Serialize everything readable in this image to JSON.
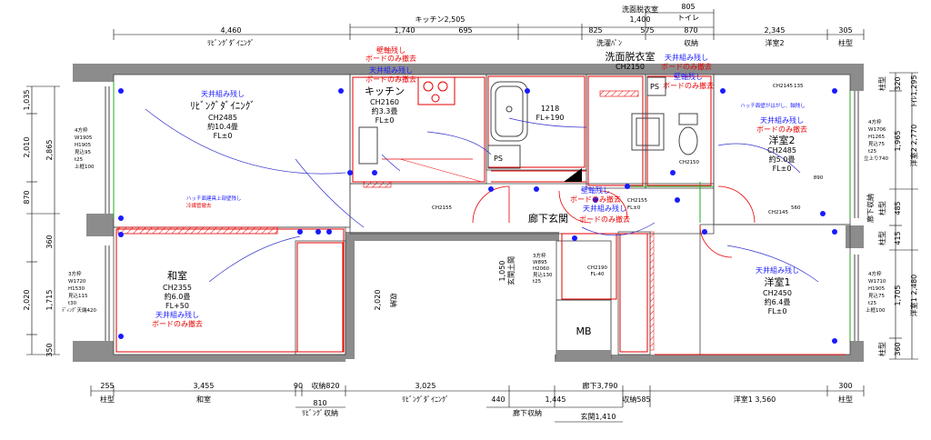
{
  "top_dims": {
    "row1": {
      "kitchen_total": "キッチン2,505",
      "wash_total": "洗面脱衣室",
      "wash_val": "1,400",
      "toilet_val": "805",
      "toilet_label": "トイレ"
    },
    "row2": [
      "4,460",
      "1,740",
      "695",
      "825",
      "575",
      "870",
      "2,345",
      "305"
    ],
    "row3": [
      "ﾘﾋﾞﾝｸﾞﾀﾞｲﾆﾝｸﾞ",
      "洗濯ﾊﾟﾝ",
      "収納",
      "洋室2",
      "柱型"
    ]
  },
  "bottom_dims": {
    "row1": [
      "255",
      "3,455",
      "90",
      "収納820",
      "3,025",
      "廊下3,790",
      "300"
    ],
    "row2": [
      "柱型",
      "和室",
      "ﾘﾋﾞﾝｸﾞﾀﾞｲﾆﾝｸﾞ",
      "440",
      "1,445",
      "収納585",
      "洋室1 3,560",
      "柱型"
    ],
    "row3": [
      "810",
      "ﾘﾋﾞﾝｸﾞ収納",
      "廊下収納",
      "玄関1,410"
    ]
  },
  "left_dims": [
    "1,035",
    "2,010",
    "870",
    "2,865",
    "360",
    "2,020",
    "1,715",
    "350"
  ],
  "right_dims": [
    "320",
    "1,965",
    "485",
    "415",
    "1,705",
    "360",
    "柱型",
    "ﾄｲﾚ1,295",
    "洋室2 2,770",
    "洋室1 2,480",
    "柱型",
    "柱型",
    "廊下収納",
    "柱型"
  ],
  "rooms": {
    "living": {
      "name": "ﾘﾋﾞﾝｸﾞﾀﾞｲﾆﾝｸﾞ",
      "ch": "CH2485",
      "area": "約10.4畳",
      "fl": "FL±0",
      "note": "天井組み残し"
    },
    "kitchen": {
      "name": "キッチン",
      "ch": "CH2160",
      "area": "約3.3畳",
      "fl": "FL±0"
    },
    "washroom": {
      "name": "洗面脱衣室",
      "ch": "CH2150"
    },
    "bath": {
      "size": "1218",
      "fl": "FL+190"
    },
    "toilet": {
      "ch": "CH2150"
    },
    "bed2": {
      "name": "洋室2",
      "ch": "CH2485",
      "area": "約5.0畳",
      "fl": "FL±0"
    },
    "washitsu": {
      "name": "和室",
      "ch": "CH2355",
      "area": "約6.0畳",
      "fl": "FL+50"
    },
    "hall": {
      "name": "廊下玄関"
    },
    "entrance": {
      "ch": "CH2190",
      "fl": "FL-40",
      "label": "玄関土間",
      "dim": "1,050"
    },
    "bed1": {
      "name": "洋室1",
      "ch": "CH2450",
      "area": "約6.4畳",
      "fl": "FL±0"
    },
    "mb": "MB"
  },
  "annotations": {
    "wall_remain": "壁軸残し",
    "board_only": "ボードのみ撤去",
    "ceiling_remain": "天井組み残し",
    "ps": "PS",
    "hatch_note": "ハッチ面建具上部壁残し",
    "hatch_note2": "冷媒管撤去",
    "hatch_bed2": "ハッチ面壁がはがし、軸残し",
    "storage": "収納",
    "ch2145": "CH2145",
    "ch2155": "CH2155",
    "fl0": "FL±0",
    "v890": "890",
    "v560": "560",
    "v135": "135"
  },
  "windows": {
    "living_left": [
      "4方枠",
      "W1905",
      "H1905",
      "見込95",
      "t25",
      "上框100"
    ],
    "washitsu_left": [
      "3方枠",
      "W1720",
      "H1530",
      "見込115",
      "t30",
      "ﾃﾞｨﾝｸﾞ天端420"
    ],
    "bed2_right": [
      "4方枠",
      "W1706",
      "H1265",
      "見込75",
      "t25",
      "立上り740"
    ],
    "bed1_right": [
      "4方枠",
      "W1710",
      "H1905",
      "見込75",
      "t25",
      "上框100"
    ],
    "entrance_door": [
      "3方枠",
      "W895",
      "H2060",
      "見込130",
      "t25"
    ]
  },
  "colors": {
    "wall": "#8c8c8c",
    "red": "#e60000",
    "blue": "#1a1aff",
    "green": "#22aa22"
  }
}
